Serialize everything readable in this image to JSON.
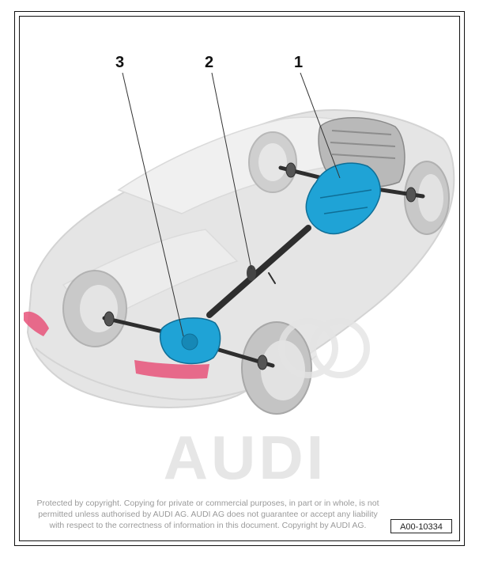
{
  "callouts": [
    {
      "id": "1",
      "label": "1"
    },
    {
      "id": "2",
      "label": "2"
    },
    {
      "id": "3",
      "label": "3"
    }
  ],
  "copyright": {
    "line1": "Protected by copyright. Copying for private or commercial purposes, in part or in whole, is not",
    "line2": "permitted unless authorised by AUDI AG. AUDI AG does not guarantee or accept any liability",
    "line3": "with respect to the correctness of information in this document. Copyright by AUDI AG."
  },
  "document_number": "A00-10334",
  "watermark": {
    "brand": "AUDI"
  },
  "colors": {
    "highlight_component": "#1fa3d6",
    "car_ghost": "#dcdcdc",
    "tail_light": "#e8537a",
    "shaft": "#2e2e2e"
  }
}
